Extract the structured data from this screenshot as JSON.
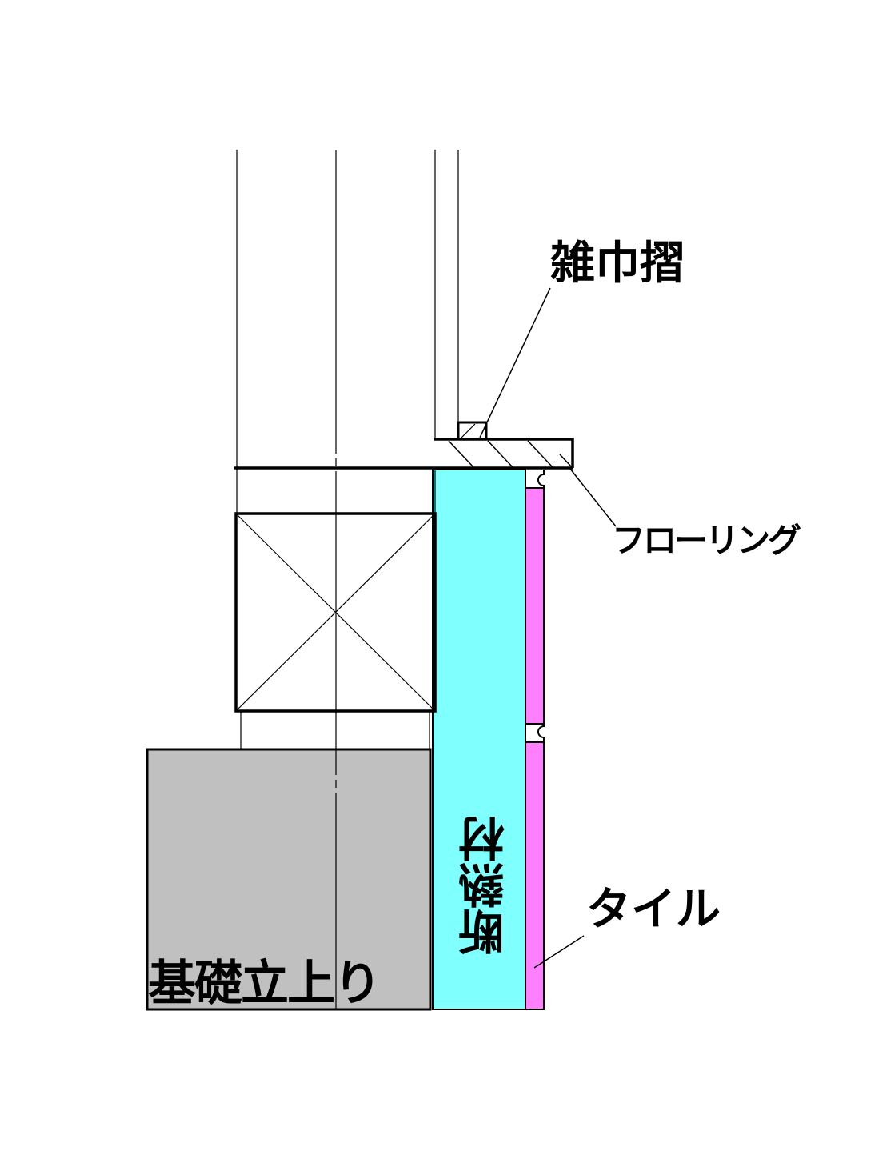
{
  "labels": {
    "baseboard": "雑巾摺",
    "flooring": "フローリング",
    "tile": "タイル",
    "insulation": "断熱材",
    "foundation": "基礎立上り"
  },
  "colors": {
    "insulation": "#80FFFF",
    "tile": "#FF80FF",
    "foundation": "#C0C0C0",
    "line": "#000000"
  }
}
